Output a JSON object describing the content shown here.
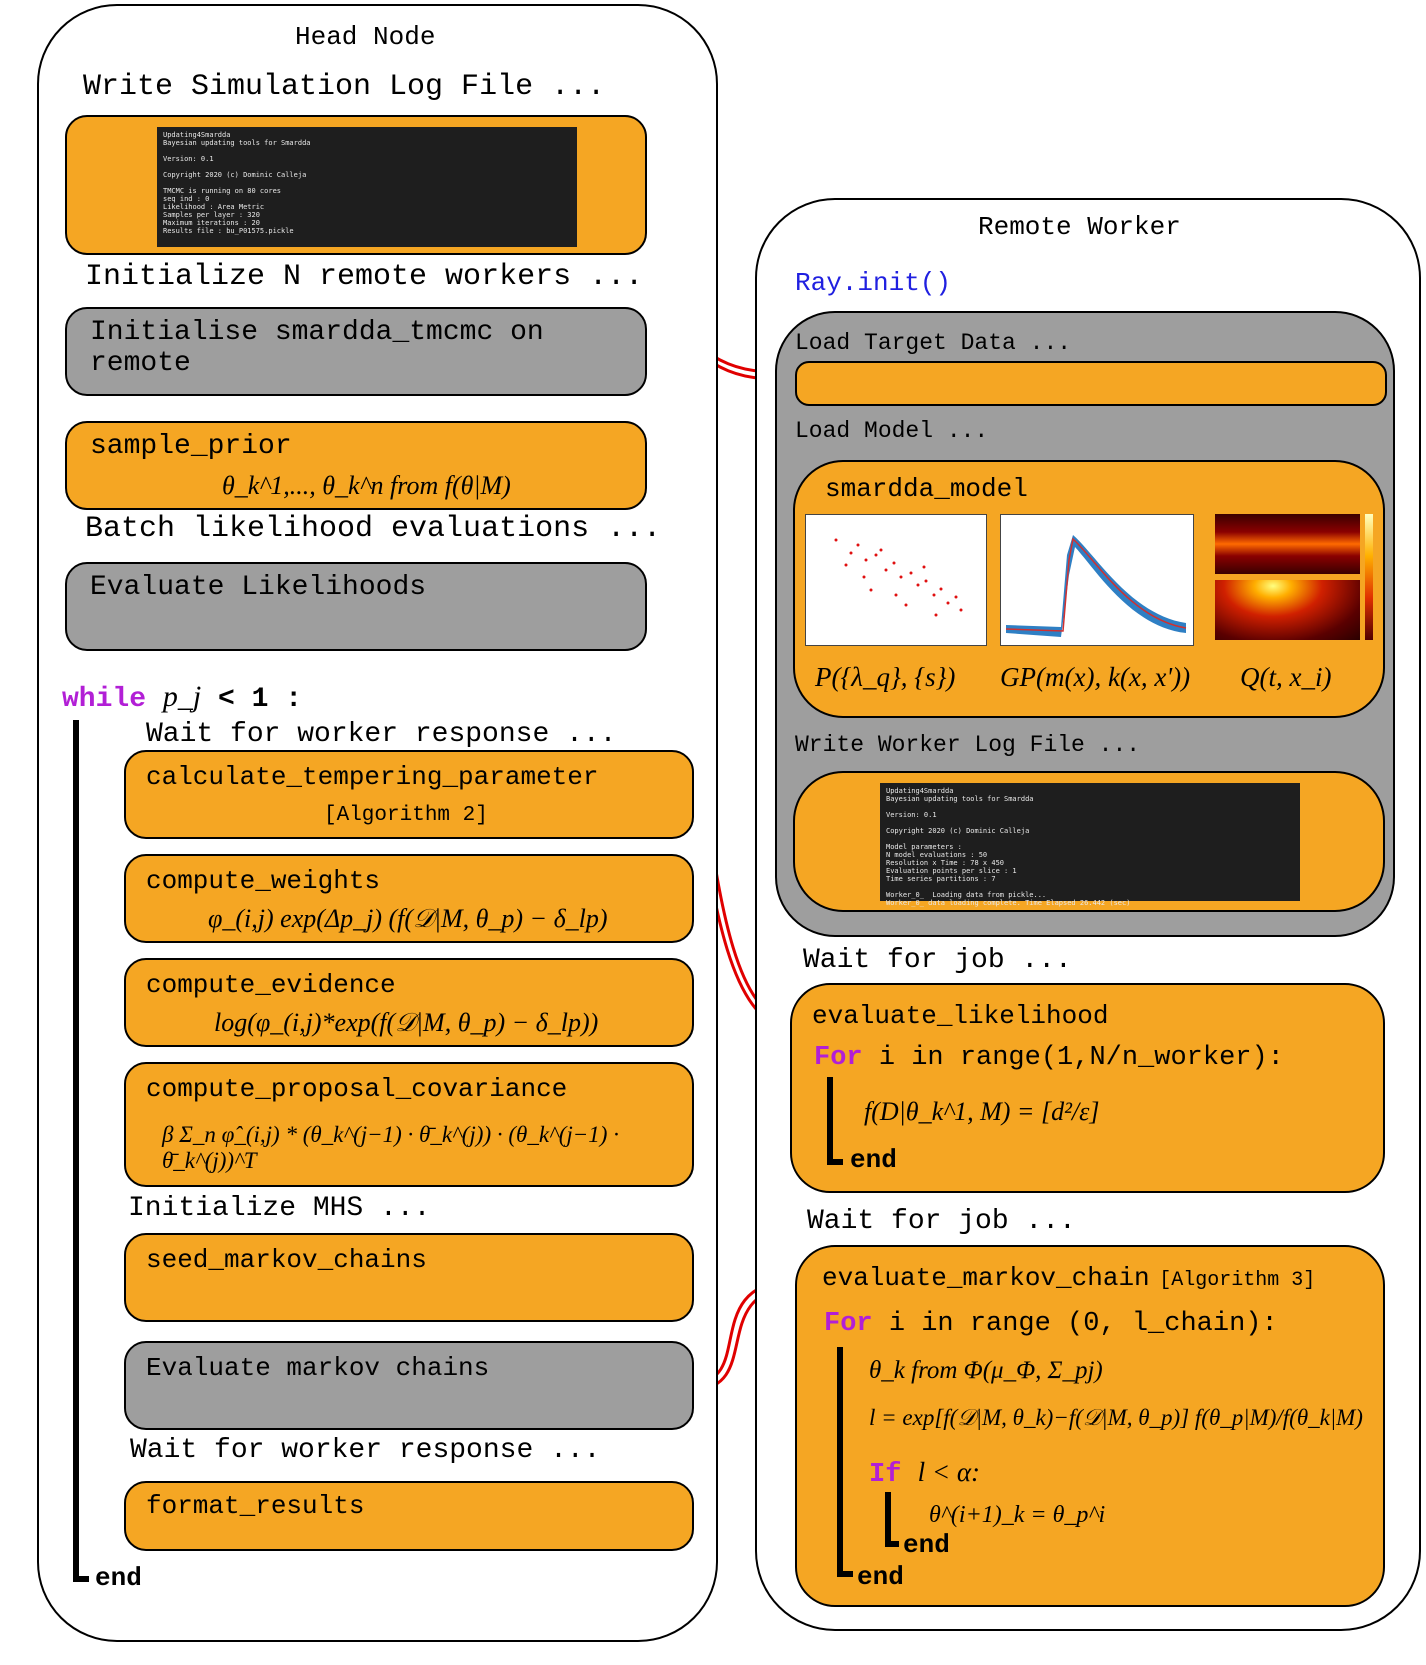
{
  "head_node": {
    "title": "Head Node",
    "write_log": "Write Simulation Log File ...",
    "log_terminal": "Updating4Smardda\nBayesian updating tools for Smardda\n\nVersion: 0.1\n\nCopyright 2020 (c) Dominic Calleja\n\nTMCMC is running on 80 cores\nseq ind : 0\nLikelihood : Area Metric\nSamples per layer : 320\nMaximum iterations : 20\nResults file : bu_P01575.pickle",
    "init_workers": "Initialize N remote workers ...",
    "init_remote": "Initialise smardda_tmcmc on remote",
    "sample_prior": "sample_prior",
    "sample_prior_formula": "θ_k^1,..., θ_k^n from f(θ|M)",
    "batch": "Batch likelihood evaluations ...",
    "eval_likelihoods": "Evaluate Likelihoods",
    "while_kw": "while",
    "while_cond": "p_j",
    "while_rest": "< 1 :",
    "wait_worker_1": "Wait for worker response ...",
    "tempering": "calculate_tempering_parameter",
    "tempering_ref": "[Algorithm 2]",
    "weights": "compute_weights",
    "weights_formula": "φ_(i,j) exp(Δp_j) (f(𝒟|M, θ_p) − δ_lp)",
    "evidence": "compute_evidence",
    "evidence_formula": "log(φ_(i,j)*exp(f(𝒟|M, θ_p) − δ_lp))",
    "covariance": "compute_proposal_covariance",
    "covariance_formula": "β Σ_n φ̂_(i,j) * (θ_k^(j−1) · θ̄_k^(j)) · (θ_k^(j−1) · θ̄_k^(j))^T",
    "init_mhs": "Initialize MHS ...",
    "seed": "seed_markov_chains",
    "eval_chains": "Evaluate markov chains",
    "wait_worker_2": "Wait for worker response ...",
    "format": "format_results",
    "end": "end"
  },
  "remote_worker": {
    "title": "Remote Worker",
    "ray_init": "Ray.init()",
    "load_target": "Load Target Data ...",
    "load_model": "Load Model ...",
    "model_name": "smardda_model",
    "formula_1": "P({λ_q}, {s})",
    "formula_2": "GP(m(x), k(x, x'))",
    "formula_3": "Q(t, x_i)",
    "write_worker_log": "Write Worker Log File ...",
    "worker_terminal": "Updating4Smardda\nBayesian updating tools for Smardda\n\nVersion: 0.1\n\nCopyright 2020 (c) Dominic Calleja\n\nModel parameters :\nN model evaluations : 50\nResolution x Time : 78 x 450\nEvaluation points per slice : 1\nTime series partitions : 7\n\nWorker_0_  Loading data from pickle...\nWorker_0_ data loading complete. Time Elapsed 26.442 (sec)",
    "wait_job_1": "Wait for job ...",
    "eval_likelihood": "evaluate_likelihood",
    "for_kw": "For",
    "loop_1": "i in range(1,N/n_worker):",
    "likelihood_formula": "f(D|θ_k^1, M)  =  [d²/ε]",
    "end_1": "end",
    "wait_job_2": "Wait for job ...",
    "eval_chain": "evaluate_markov_chain",
    "eval_chain_ref": "[Algorithm 3]",
    "loop_2": "i in range (0, l_chain):",
    "mh_line_1": "θ_k from Φ(μ_Φ, Σ_pj)",
    "mh_line_2": "l = exp[f(𝒟|M, θ_k)−f(𝒟|M, θ_p)] f(θ_p|M)/f(θ_k|M)",
    "if_kw": "If",
    "if_cond": "l < α:",
    "update_line": "θ^(i+1)_k = θ_p^i",
    "end_inner": "end",
    "end_outer": "end"
  },
  "colors": {
    "orange": "#F5A623",
    "grey": "#9E9E9E",
    "keyword_purple": "#B21FD6",
    "ray_blue": "#2020E0",
    "connector_red": "#E00000"
  }
}
